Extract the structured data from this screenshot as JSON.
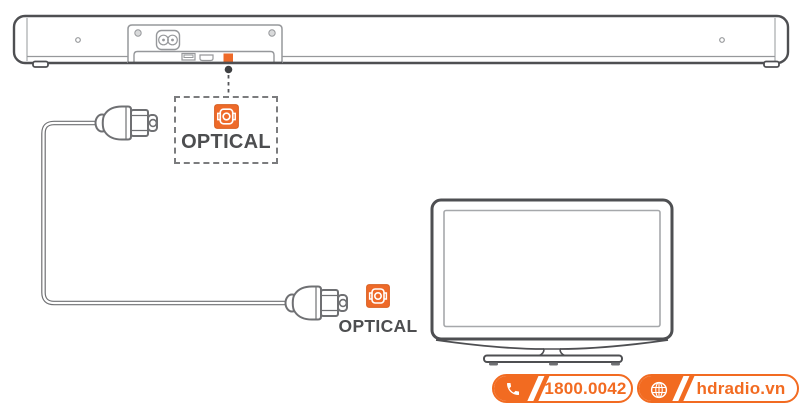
{
  "diagram": {
    "soundbar_callout": {
      "icon": "optical-port-icon",
      "label": "OPTICAL"
    },
    "tv_callout": {
      "icon": "optical-port-icon",
      "label": "OPTICAL"
    }
  },
  "contact": {
    "phone": {
      "icon": "phone-icon",
      "value": "1800.0042"
    },
    "website": {
      "icon": "globe-icon",
      "value": "hdradio.vn"
    }
  },
  "colors": {
    "accent": "#F26B21",
    "icon_orange": "#EE6A29",
    "line_dark": "#4E4F52",
    "line_mid": "#6F7073",
    "line_light": "#96989B",
    "text_dark": "#4D4E50"
  }
}
